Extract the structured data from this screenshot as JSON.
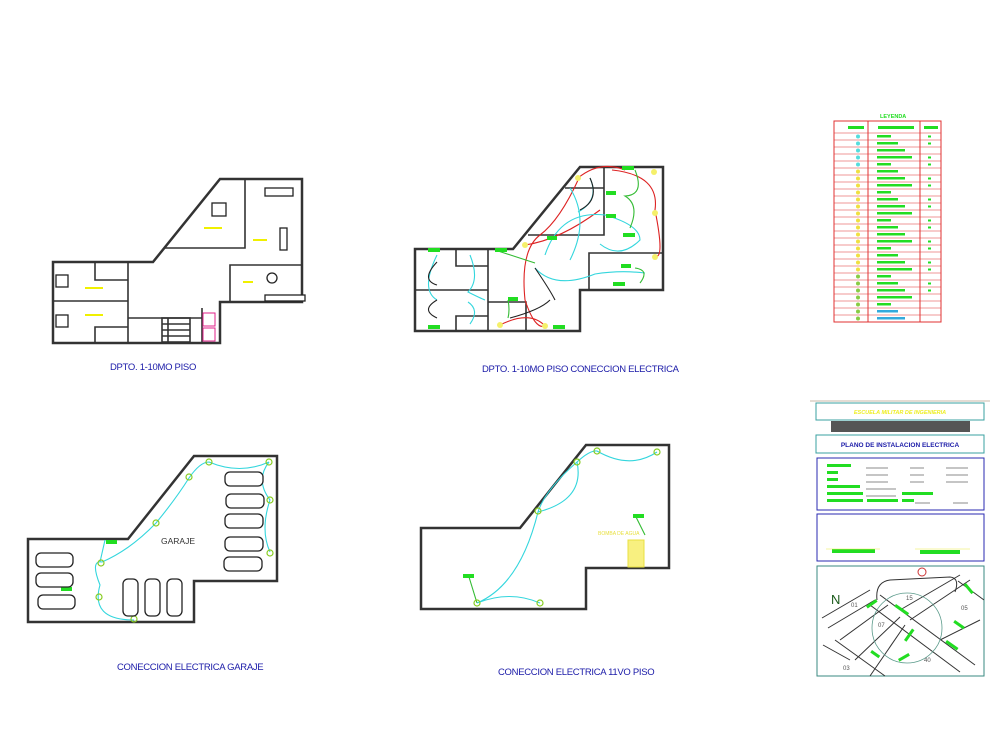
{
  "drawings": {
    "plan_dpto": {
      "caption": "DPTO. 1-10MO PISO"
    },
    "plan_dpto_electric": {
      "caption": "DPTO. 1-10MO PISO CONECCION ELECTRICA"
    },
    "plan_garage": {
      "caption": "CONECCION ELECTRICA GARAJE",
      "room_label": "GARAJE"
    },
    "plan_11": {
      "caption": "CONECCION ELECTRICA 11VO PISO",
      "equipment_label": "BOMBA DE AGUA"
    }
  },
  "legend": {
    "title": "LEYENDA"
  },
  "title_block": {
    "institution": "ESCUELA MILITAR DE INGENIERIA",
    "sheet_title": "PLANO DE INSTALACION ELECTRICA"
  },
  "location_map": {
    "north": "N",
    "blocks": [
      "01",
      "15",
      "05",
      "07",
      "40",
      "03"
    ]
  },
  "colors": {
    "walls": "#333333",
    "caption": "#1a1aa8",
    "wire_cyan": "#33d6dd",
    "wire_red": "#dd2222",
    "wire_green": "#33bb33",
    "label_green": "#22dd22",
    "legend_grid": "#e03030"
  }
}
